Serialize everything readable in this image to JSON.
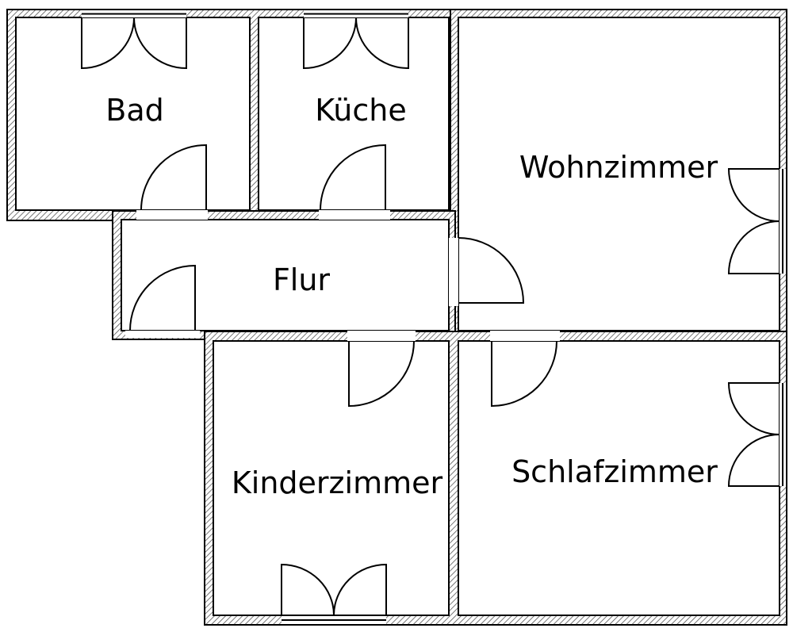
{
  "colors": {
    "wall": "#000000",
    "hatch": "#555555",
    "background": "#ffffff"
  },
  "rooms": [
    {
      "id": "bad",
      "label": "Bad"
    },
    {
      "id": "kueche",
      "label": "Küche"
    },
    {
      "id": "wohnzimmer",
      "label": "Wohnzimmer"
    },
    {
      "id": "flur",
      "label": "Flur"
    },
    {
      "id": "kinderzimmer",
      "label": "Kinderzimmer"
    },
    {
      "id": "schlafzimmer",
      "label": "Schlafzimmer"
    }
  ]
}
